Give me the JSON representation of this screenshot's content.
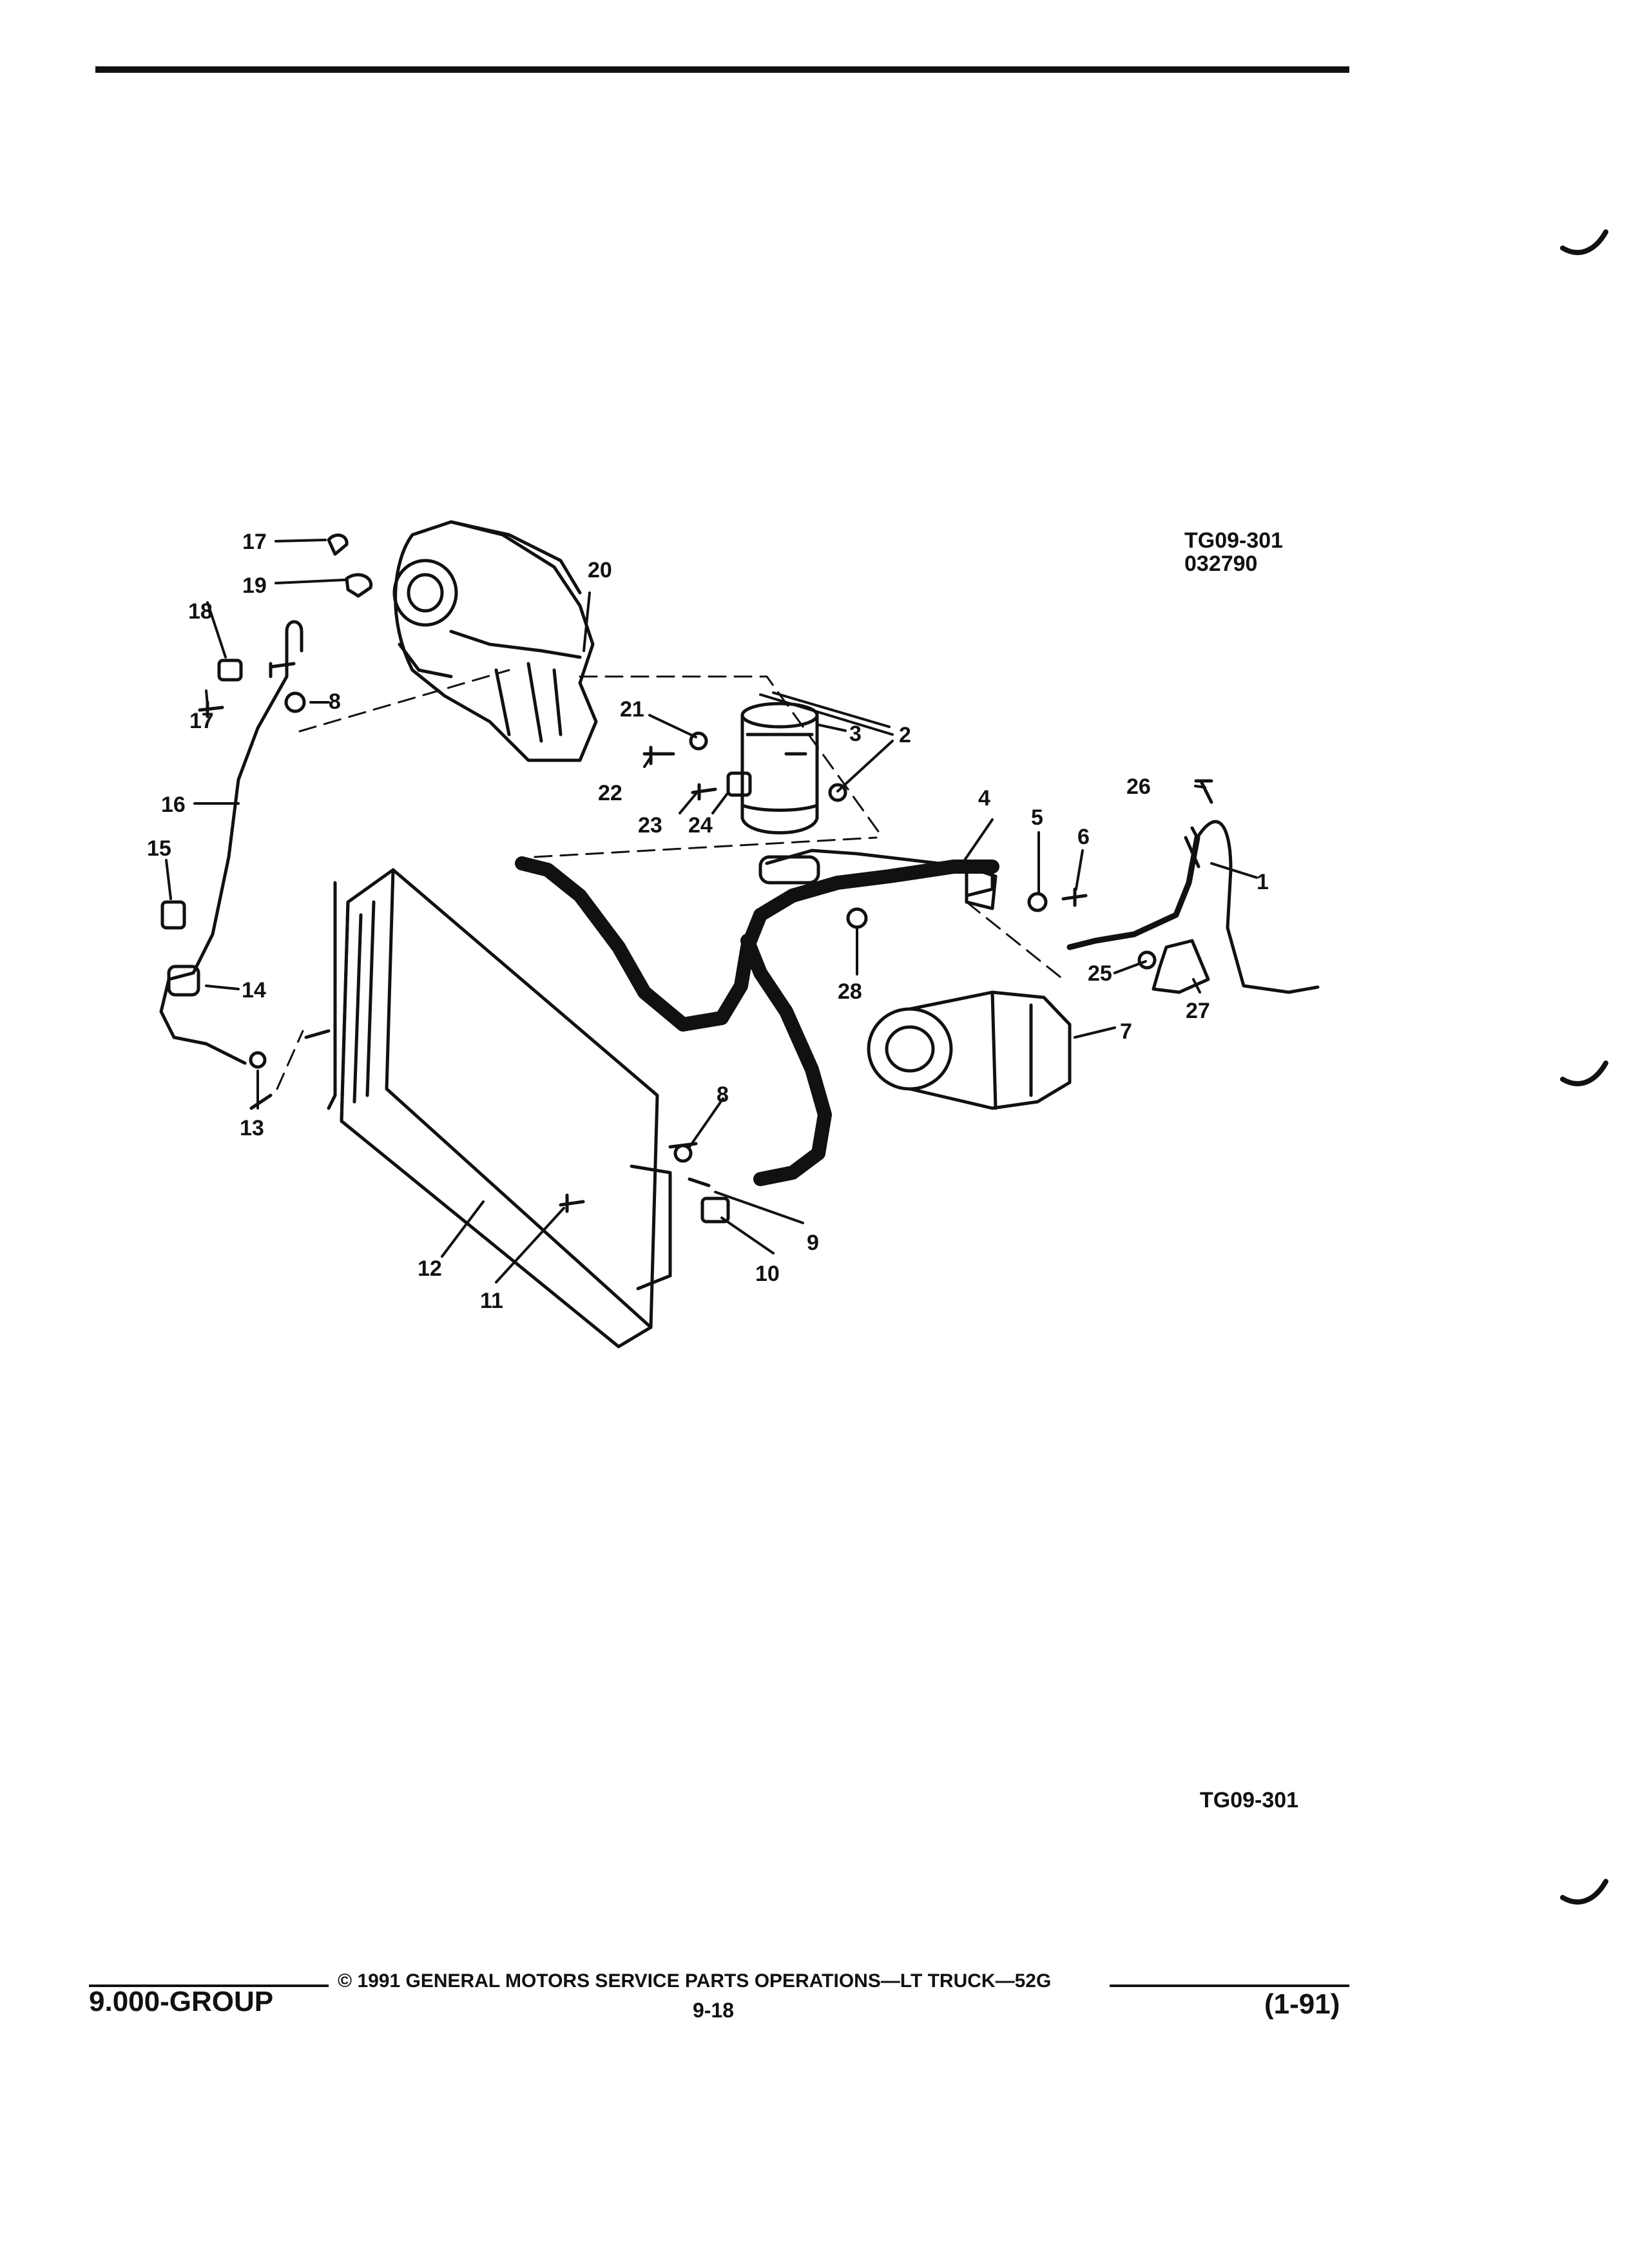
{
  "figure": {
    "code_top": "TG09-301",
    "date_code": "032790",
    "code_bottom": "TG09-301"
  },
  "callouts": [
    "1",
    "2",
    "3",
    "4",
    "5",
    "6",
    "7",
    "8",
    "8",
    "9",
    "10",
    "11",
    "12",
    "13",
    "14",
    "15",
    "16",
    "17",
    "17",
    "18",
    "19",
    "20",
    "21",
    "22",
    "23",
    "24",
    "25",
    "26",
    "27",
    "28"
  ],
  "footer": {
    "group": "9.000-GROUP",
    "copyright": "© 1991 GENERAL MOTORS SERVICE PARTS OPERATIONS—LT TRUCK—52G",
    "page": "9-18",
    "date": "(1-91)"
  }
}
